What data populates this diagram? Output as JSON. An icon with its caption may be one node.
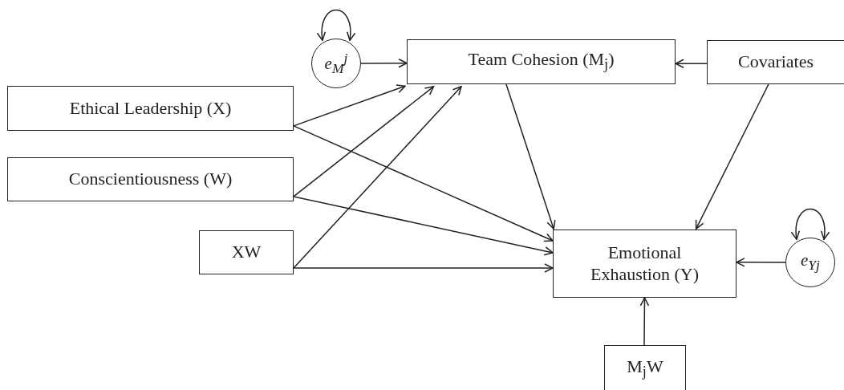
{
  "diagram": {
    "nodes": [
      {
        "text": [
          "e$_{M}$$^{j}$"
        ]
      },
      {
        "text": [
          "Team Cohesion (M$_{j}$)"
        ]
      },
      {
        "text": [
          "Covariates"
        ]
      },
      {
        "text": [
          "Ethical Leadership (X)"
        ]
      },
      {
        "text": [
          "Conscientiousness (W)"
        ]
      },
      {
        "text": [
          "XW"
        ]
      },
      {
        "text": [
          "Emotional Exhaustion (Y)"
        ]
      },
      {
        "text": [
          "e$_{Yj}$"
        ]
      },
      {
        "text": [
          "M$_{j}$W"
        ]
      }
    ],
    "edges": [
      {
        "from": 0,
        "to": 0,
        "arrow": "both"
      },
      {
        "from": 0,
        "to": 1,
        "arrow": "to"
      },
      {
        "from": 2,
        "to": 1,
        "arrow": "to"
      },
      {
        "from": 3,
        "to": 1,
        "arrow": "to"
      },
      {
        "from": 4,
        "to": 1,
        "arrow": "to"
      },
      {
        "from": 5,
        "to": 1,
        "arrow": "to"
      },
      {
        "from": 3,
        "to": 6,
        "arrow": "to"
      },
      {
        "from": 4,
        "to": 6,
        "arrow": "to"
      },
      {
        "from": 5,
        "to": 6,
        "arrow": "to"
      },
      {
        "from": 1,
        "to": 6,
        "arrow": "to"
      },
      {
        "from": 2,
        "to": 6,
        "arrow": "to"
      },
      {
        "from": 7,
        "to": 7,
        "arrow": "both"
      },
      {
        "from": 7,
        "to": 6,
        "arrow": "to"
      },
      {
        "from": 8,
        "to": 6,
        "arrow": "to"
      }
    ]
  }
}
